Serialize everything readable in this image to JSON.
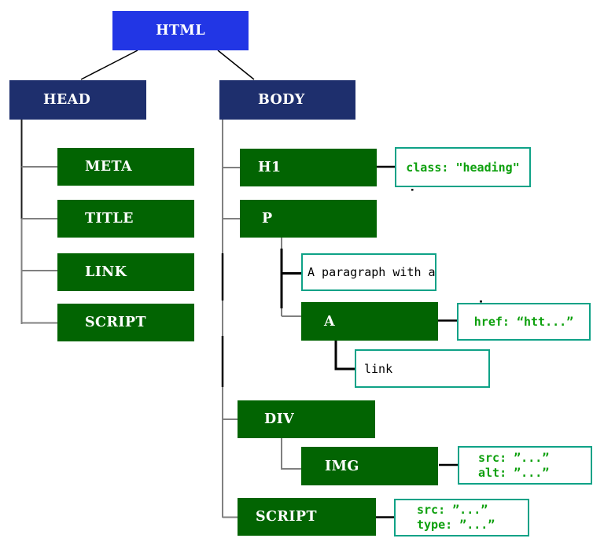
{
  "title": "HTML document tree diagram",
  "colors": {
    "root_blue": "#2236e5",
    "section_navy": "#1e2f6d",
    "element_green": "#026402",
    "annotation_border_teal": "#0fa287",
    "annotation_text_green": "#0da00d",
    "connector_gray": "#808080",
    "connector_black": "#000000"
  },
  "nodes": {
    "html": {
      "label": "HTML"
    },
    "head": {
      "label": "HEAD"
    },
    "body": {
      "label": "BODY"
    },
    "meta": {
      "label": "META"
    },
    "title": {
      "label": "TITLE"
    },
    "link": {
      "label": "LINK"
    },
    "script_head": {
      "label": "SCRIPT"
    },
    "h1": {
      "label": "H1"
    },
    "p": {
      "label": "P"
    },
    "a": {
      "label": "A"
    },
    "div": {
      "label": "DIV"
    },
    "img": {
      "label": "IMG"
    },
    "script_body": {
      "label": "SCRIPT"
    }
  },
  "texts": {
    "p_text": "A paragraph with a",
    "a_text": "link"
  },
  "annotations": {
    "h1_attr": "class: \"heading\"",
    "a_attr": "href: “htt...”",
    "img_attr_line1": "src: ”...”",
    "img_attr_line2": "alt: ”...”",
    "script_attr_line1": "src: ”...”",
    "script_attr_line2": "type: ”...”"
  }
}
